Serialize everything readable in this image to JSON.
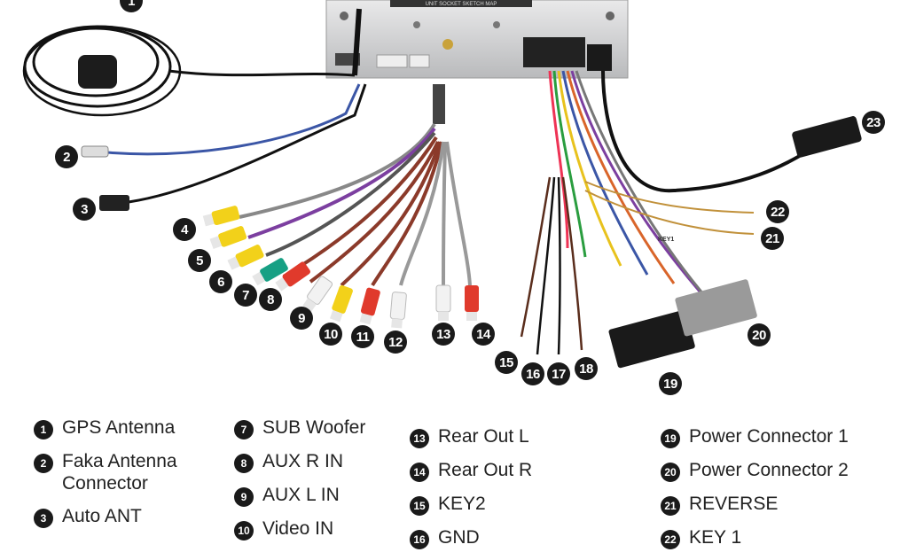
{
  "diagram": {
    "unit_label": "UNIT SOCKET SKETCH MAP",
    "connector_label": "KEY1",
    "callouts": [
      "1",
      "2",
      "3",
      "4",
      "5",
      "6",
      "7",
      "8",
      "9",
      "10",
      "11",
      "12",
      "13",
      "14",
      "15",
      "16",
      "17",
      "18",
      "19",
      "20",
      "21",
      "22",
      "23"
    ]
  },
  "legend": [
    {
      "num": "1",
      "label": "GPS Antenna"
    },
    {
      "num": "2",
      "label": "Faka Antenna\nConnector"
    },
    {
      "num": "3",
      "label": "Auto ANT"
    },
    {
      "num": "7",
      "label": "SUB Woofer"
    },
    {
      "num": "8",
      "label": "AUX R IN"
    },
    {
      "num": "9",
      "label": "AUX L IN"
    },
    {
      "num": "10",
      "label": "Video IN"
    },
    {
      "num": "13",
      "label": "Rear Out L"
    },
    {
      "num": "14",
      "label": "Rear Out R"
    },
    {
      "num": "15",
      "label": "KEY2"
    },
    {
      "num": "16",
      "label": "GND"
    },
    {
      "num": "19",
      "label": "Power Connector 1"
    },
    {
      "num": "20",
      "label": "Power Connector 2"
    },
    {
      "num": "21",
      "label": "REVERSE"
    },
    {
      "num": "22",
      "label": "KEY 1"
    }
  ]
}
